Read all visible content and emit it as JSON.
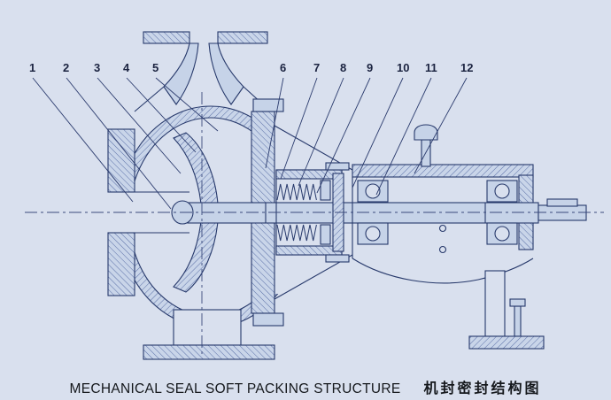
{
  "diagram": {
    "type": "pump-cross-section",
    "subject": "centrifugal pump with mechanical seal / soft packing"
  },
  "caption": {
    "en": "MECHANICAL SEAL SOFT PACKING STRUCTURE",
    "zh": "机封密封结构图"
  },
  "callouts": [
    {
      "label": "1"
    },
    {
      "label": "2"
    },
    {
      "label": "3"
    },
    {
      "label": "4"
    },
    {
      "label": "5"
    },
    {
      "label": "6"
    },
    {
      "label": "7"
    },
    {
      "label": "8"
    },
    {
      "label": "9"
    },
    {
      "label": "10"
    },
    {
      "label": "11"
    },
    {
      "label": "12"
    }
  ],
  "colors": {
    "background": "#d9e0ee",
    "line": "#27396b",
    "part_fill": "#c6d3e8",
    "hatch": "#5a6fa6",
    "text": "#15181c"
  }
}
